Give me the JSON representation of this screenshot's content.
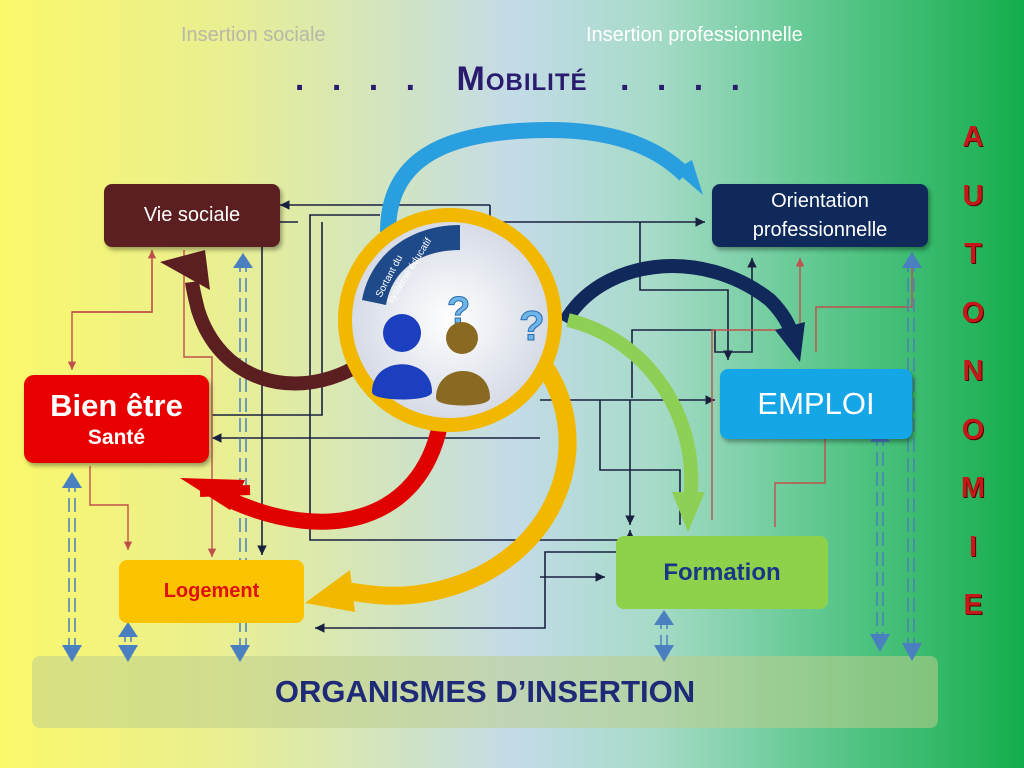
{
  "header": {
    "left_label": "Insertion sociale",
    "right_label": "Insertion professionnelle",
    "title_dots_left": ". . . .",
    "title_main": "Mobilité",
    "title_dots_right": ". . . ."
  },
  "boxes": {
    "vie_sociale": "Vie sociale",
    "orientation_l1": "Orientation",
    "orientation_l2": "professionnelle",
    "bien_etre": "Bien être",
    "sante": "Santé",
    "emploi": "EMPLOI",
    "logement": "Logement",
    "formation": "Formation",
    "organismes": "ORGANISMES D’INSERTION"
  },
  "center": {
    "ring_label_l1": "Sortant du",
    "ring_label_l2": "système éducatif",
    "question_mark": "?"
  },
  "side_word_letters": [
    "A",
    "U",
    "T",
    "O",
    "N",
    "O",
    "M",
    "I",
    "E"
  ],
  "colors": {
    "vie_sociale": "#5b1f22",
    "orientation": "#0f2a5a",
    "bien_etre": "#e80000",
    "emploi": "#15a6e8",
    "logement": "#fbc300",
    "formation": "#8ed24c",
    "autonomie": "#c51818"
  }
}
